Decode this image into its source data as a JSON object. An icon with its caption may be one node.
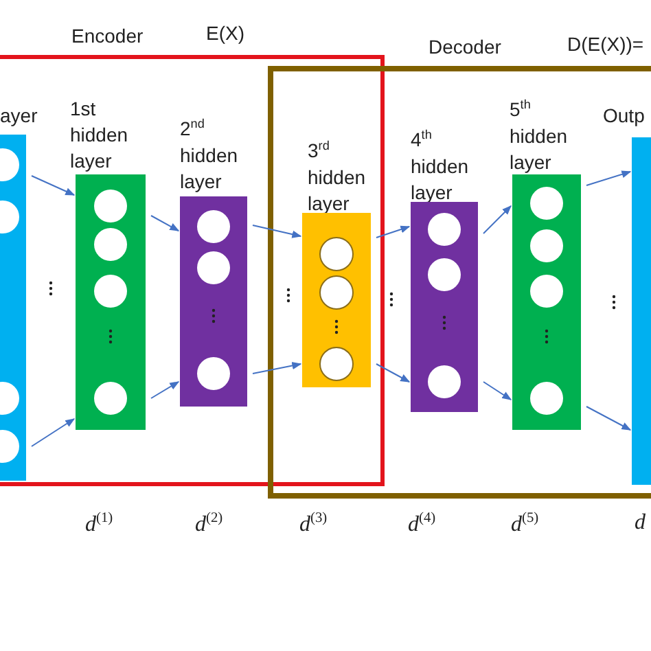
{
  "diagram": {
    "nodes": [
      {
        "text": [
          "Encoder",
          "E(X)"
        ]
      },
      {
        "text": [
          "ayer"
        ],
        "in": 0
      },
      {
        "text": [
          "1st hidden layer"
        ],
        "in": 0
      },
      {
        "text": [
          "2$^{nd}$ hidden layer"
        ],
        "in": 0
      },
      {
        "text": [
          "3$^{rd}$ hidden layer"
        ],
        "in": 0
      },
      {
        "text": [
          "Decoder",
          "D(E(X))="
        ]
      },
      {
        "text": [
          "4$^{th}$ hidden layer"
        ],
        "in": 5
      },
      {
        "text": [
          "5$^{th}$ hidden layer"
        ],
        "in": 5
      },
      {
        "text": [
          "Outp"
        ],
        "in": 5
      }
    ],
    "edges": [
      {
        "from": 1,
        "to": 2,
        "arrow": "to"
      },
      {
        "from": 1,
        "to": 2,
        "arrow": "to"
      },
      {
        "from": 2,
        "to": 3,
        "arrow": "to"
      },
      {
        "from": 2,
        "to": 3,
        "arrow": "to"
      },
      {
        "from": 3,
        "to": 4,
        "arrow": "to"
      },
      {
        "from": 3,
        "to": 4,
        "arrow": "to"
      },
      {
        "from": 4,
        "to": 6,
        "arrow": "to"
      },
      {
        "from": 4,
        "to": 6,
        "arrow": "to"
      },
      {
        "from": 6,
        "to": 7,
        "arrow": "to"
      },
      {
        "from": 6,
        "to": 7,
        "arrow": "to"
      },
      {
        "from": 7,
        "to": 8,
        "arrow": "to"
      },
      {
        "from": 7,
        "to": 8,
        "arrow": "to"
      }
    ],
    "labels": [
      "*d*$^{(1)}$",
      "*d*$^{(2)}$",
      "*d*$^{(3)}$",
      "*d*$^{(4)}$",
      "*d*$^{(5)}$",
      "*d*"
    ]
  }
}
